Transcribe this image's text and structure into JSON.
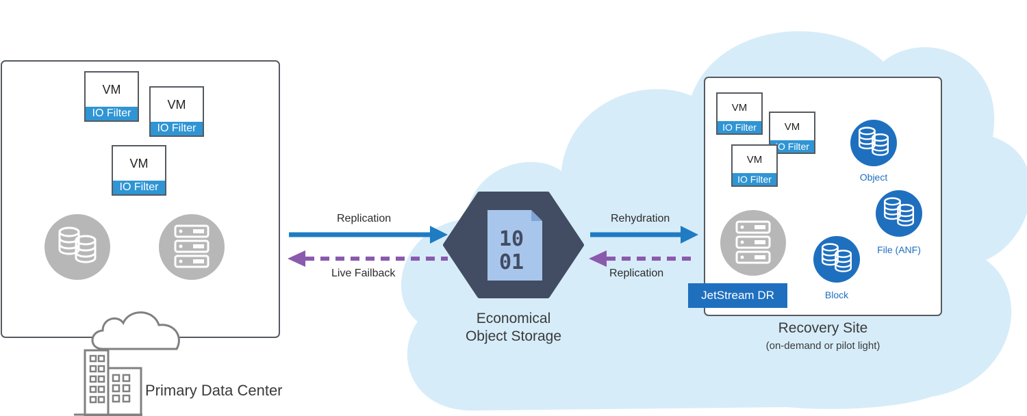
{
  "primary": {
    "title": "Primary Data Center",
    "vms": [
      {
        "vm_label": "VM",
        "filter_label": "IO Filter"
      },
      {
        "vm_label": "VM",
        "filter_label": "IO Filter"
      },
      {
        "vm_label": "VM",
        "filter_label": "IO Filter"
      }
    ]
  },
  "flows": {
    "left_top": "Replication",
    "left_bottom": "Live Failback",
    "right_top": "Rehydration",
    "right_bottom": "Replication"
  },
  "storage": {
    "line1": "Economical",
    "line2": "Object Storage",
    "binary_top": "10",
    "binary_bottom": "01"
  },
  "recovery": {
    "title": "Recovery Site",
    "subtitle": "(on-demand or pilot light)",
    "jetstream": "JetStream DR",
    "vms": [
      {
        "vm_label": "VM",
        "filter_label": "IO Filter"
      },
      {
        "vm_label": "VM",
        "filter_label": "IO Filter"
      },
      {
        "vm_label": "VM",
        "filter_label": "IO Filter"
      }
    ],
    "storage_types": {
      "object": "Object",
      "file": "File (ANF)",
      "block": "Block"
    }
  },
  "colors": {
    "blue_arrow": "#1f7bc2",
    "purple_arrow": "#8a5aad",
    "cloud": "#d7ecf9",
    "disk_blue": "#1f6fbf",
    "gray_icon": "#b7b7b7"
  }
}
